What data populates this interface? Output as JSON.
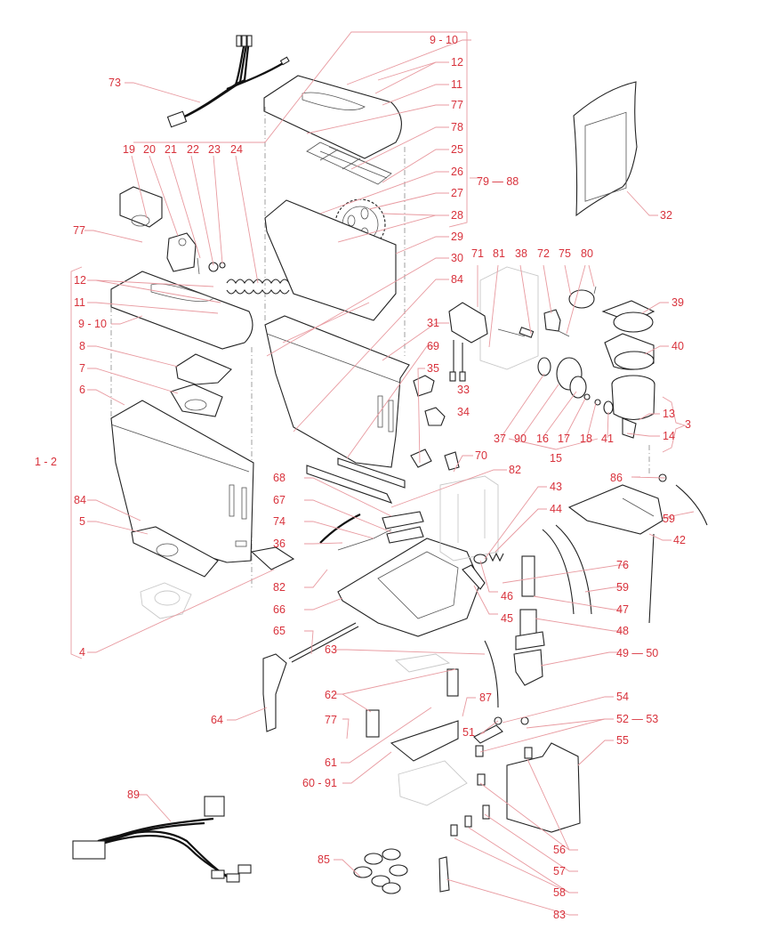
{
  "diagram": {
    "title": "Exploded parts diagram - beverage dispenser canister / mixer assembly",
    "label_color": "#d8323c",
    "leader_color": "#e89aa0",
    "labels": [
      {
        "id": "l73",
        "text": "73"
      },
      {
        "id": "l9_10a",
        "text": "9  -  10"
      },
      {
        "id": "l12a",
        "text": "12"
      },
      {
        "id": "l11a",
        "text": "11"
      },
      {
        "id": "l77a",
        "text": "77"
      },
      {
        "id": "l78",
        "text": "78"
      },
      {
        "id": "l25",
        "text": "25"
      },
      {
        "id": "l26",
        "text": "26"
      },
      {
        "id": "l27",
        "text": "27"
      },
      {
        "id": "l28",
        "text": "28"
      },
      {
        "id": "l79_88",
        "text": "79 — 88"
      },
      {
        "id": "l29",
        "text": "29"
      },
      {
        "id": "l30",
        "text": "30"
      },
      {
        "id": "l84a",
        "text": "84"
      },
      {
        "id": "l31",
        "text": "31"
      },
      {
        "id": "l69",
        "text": "69"
      },
      {
        "id": "l35",
        "text": "35"
      },
      {
        "id": "l33",
        "text": "33"
      },
      {
        "id": "l34",
        "text": "34"
      },
      {
        "id": "l70",
        "text": "70"
      },
      {
        "id": "l19",
        "text": "19"
      },
      {
        "id": "l20",
        "text": "20"
      },
      {
        "id": "l21",
        "text": "21"
      },
      {
        "id": "l22",
        "text": "22"
      },
      {
        "id": "l23",
        "text": "23"
      },
      {
        "id": "l24",
        "text": "24"
      },
      {
        "id": "l77b",
        "text": "77"
      },
      {
        "id": "l12b",
        "text": "12"
      },
      {
        "id": "l11b",
        "text": "11"
      },
      {
        "id": "l9_10b",
        "text": "9  -  10"
      },
      {
        "id": "l8",
        "text": "8"
      },
      {
        "id": "l7",
        "text": "7"
      },
      {
        "id": "l6",
        "text": "6"
      },
      {
        "id": "l1_2",
        "text": "1  -  2"
      },
      {
        "id": "l84b",
        "text": "84"
      },
      {
        "id": "l5",
        "text": "5"
      },
      {
        "id": "l4",
        "text": "4"
      },
      {
        "id": "l32",
        "text": "32"
      },
      {
        "id": "l71",
        "text": "71"
      },
      {
        "id": "l81",
        "text": "81"
      },
      {
        "id": "l38",
        "text": "38"
      },
      {
        "id": "l72",
        "text": "72"
      },
      {
        "id": "l75",
        "text": "75"
      },
      {
        "id": "l80",
        "text": "80"
      },
      {
        "id": "l39",
        "text": "39"
      },
      {
        "id": "l40",
        "text": "40"
      },
      {
        "id": "l13",
        "text": "13"
      },
      {
        "id": "l14",
        "text": "14"
      },
      {
        "id": "l3",
        "text": "3"
      },
      {
        "id": "l37",
        "text": "37"
      },
      {
        "id": "l90",
        "text": "90"
      },
      {
        "id": "l16",
        "text": "16"
      },
      {
        "id": "l17",
        "text": "17"
      },
      {
        "id": "l18",
        "text": "18"
      },
      {
        "id": "l41",
        "text": "41"
      },
      {
        "id": "l15",
        "text": "15"
      },
      {
        "id": "l68",
        "text": "68"
      },
      {
        "id": "l67",
        "text": "67"
      },
      {
        "id": "l74",
        "text": "74"
      },
      {
        "id": "l36",
        "text": "36"
      },
      {
        "id": "l82a",
        "text": "82"
      },
      {
        "id": "l82b",
        "text": "82"
      },
      {
        "id": "l66",
        "text": "66"
      },
      {
        "id": "l65",
        "text": "65"
      },
      {
        "id": "l63",
        "text": "63"
      },
      {
        "id": "l64",
        "text": "64"
      },
      {
        "id": "l43",
        "text": "43"
      },
      {
        "id": "l44",
        "text": "44"
      },
      {
        "id": "l46",
        "text": "46"
      },
      {
        "id": "l45",
        "text": "45"
      },
      {
        "id": "l76",
        "text": "76"
      },
      {
        "id": "l59a",
        "text": "59"
      },
      {
        "id": "l59b",
        "text": "59"
      },
      {
        "id": "l47",
        "text": "47"
      },
      {
        "id": "l48",
        "text": "48"
      },
      {
        "id": "l49_50",
        "text": "49 — 50"
      },
      {
        "id": "l86",
        "text": "86"
      },
      {
        "id": "l42",
        "text": "42"
      },
      {
        "id": "l62",
        "text": "62"
      },
      {
        "id": "l77c",
        "text": "77"
      },
      {
        "id": "l61",
        "text": "61"
      },
      {
        "id": "l60_91",
        "text": "60 - 91"
      },
      {
        "id": "l87",
        "text": "87"
      },
      {
        "id": "l51",
        "text": "51"
      },
      {
        "id": "l54",
        "text": "54"
      },
      {
        "id": "l52_53",
        "text": "52 — 53"
      },
      {
        "id": "l55",
        "text": "55"
      },
      {
        "id": "l56",
        "text": "56"
      },
      {
        "id": "l57",
        "text": "57"
      },
      {
        "id": "l58",
        "text": "58"
      },
      {
        "id": "l83",
        "text": "83"
      },
      {
        "id": "l85",
        "text": "85"
      },
      {
        "id": "l89",
        "text": "89"
      }
    ]
  }
}
